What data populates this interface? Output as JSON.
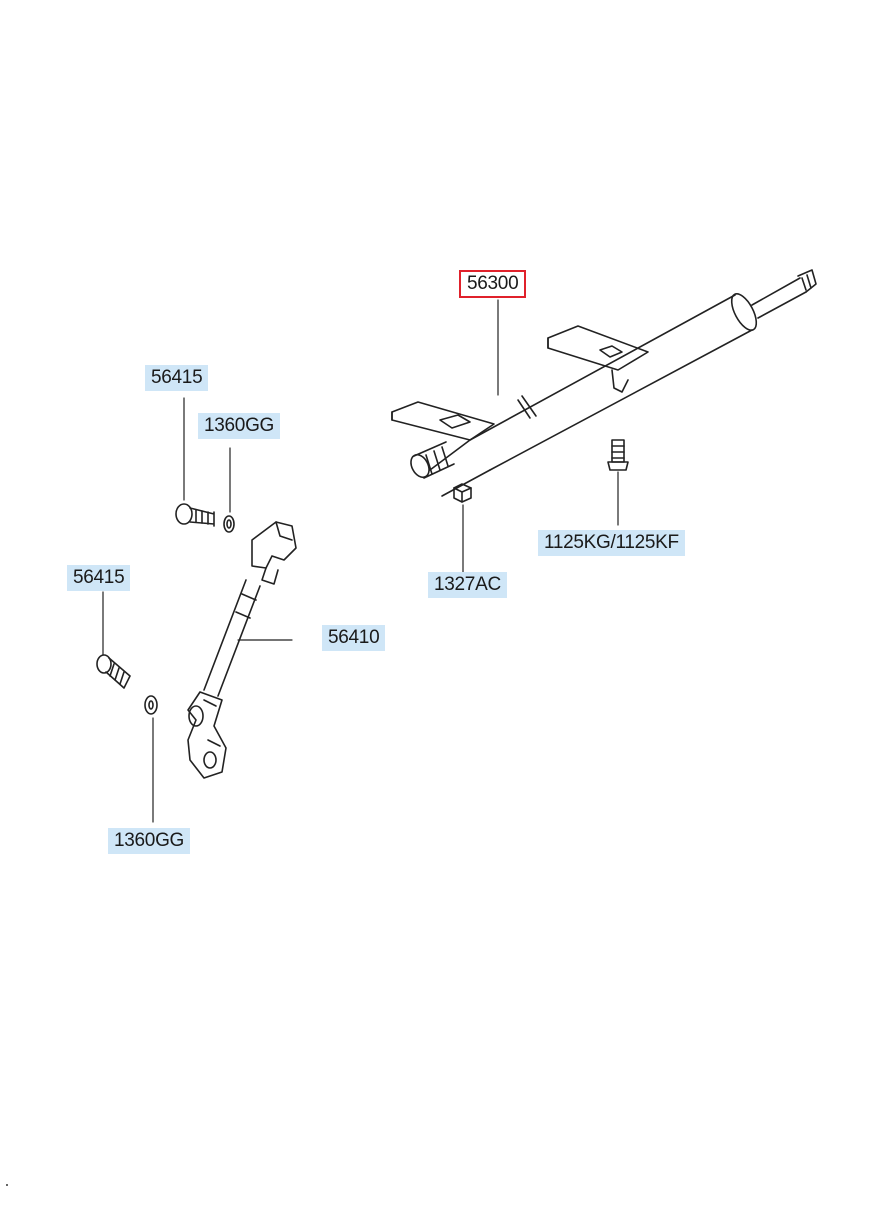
{
  "diagram": {
    "labels": {
      "steering_column": "56300",
      "bolt_upper": "56415",
      "washer_upper": "1360GG",
      "bolt_lower": "56415",
      "joint_shaft": "56410",
      "washer_lower": "1360GG",
      "nut": "1327AC",
      "bolt_column": "1125KG/1125KF"
    },
    "selected_part": "56300",
    "colors": {
      "label_bg": "#cfe6f7",
      "highlight_border": "#e0212b",
      "line": "#222222"
    }
  }
}
